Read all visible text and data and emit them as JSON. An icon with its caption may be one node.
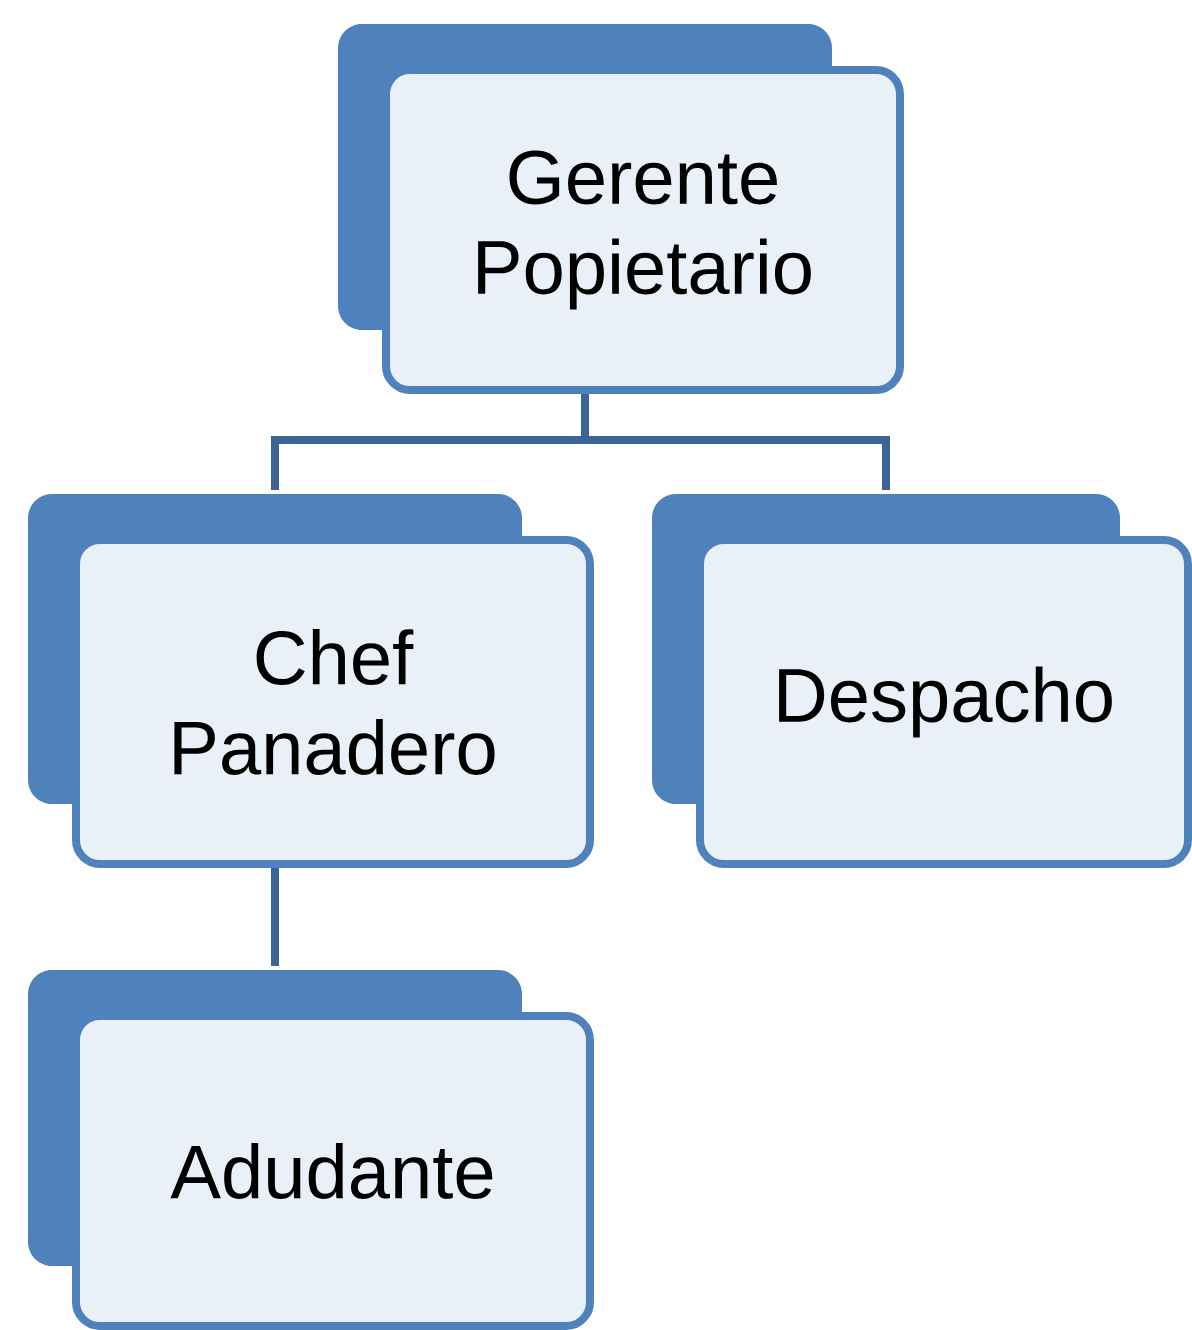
{
  "diagram": {
    "nodes": [
      {
        "text": [
          "Gerente Popietario"
        ]
      },
      {
        "text": [
          "Chef Panadero"
        ]
      },
      {
        "text": [
          "Despacho"
        ]
      },
      {
        "text": [
          "Adudante"
        ]
      }
    ],
    "edges": [
      {
        "from": 0,
        "to": 1,
        "arrow": "none"
      },
      {
        "from": 0,
        "to": 2,
        "arrow": "none"
      },
      {
        "from": 1,
        "to": 3,
        "arrow": "none"
      }
    ]
  }
}
